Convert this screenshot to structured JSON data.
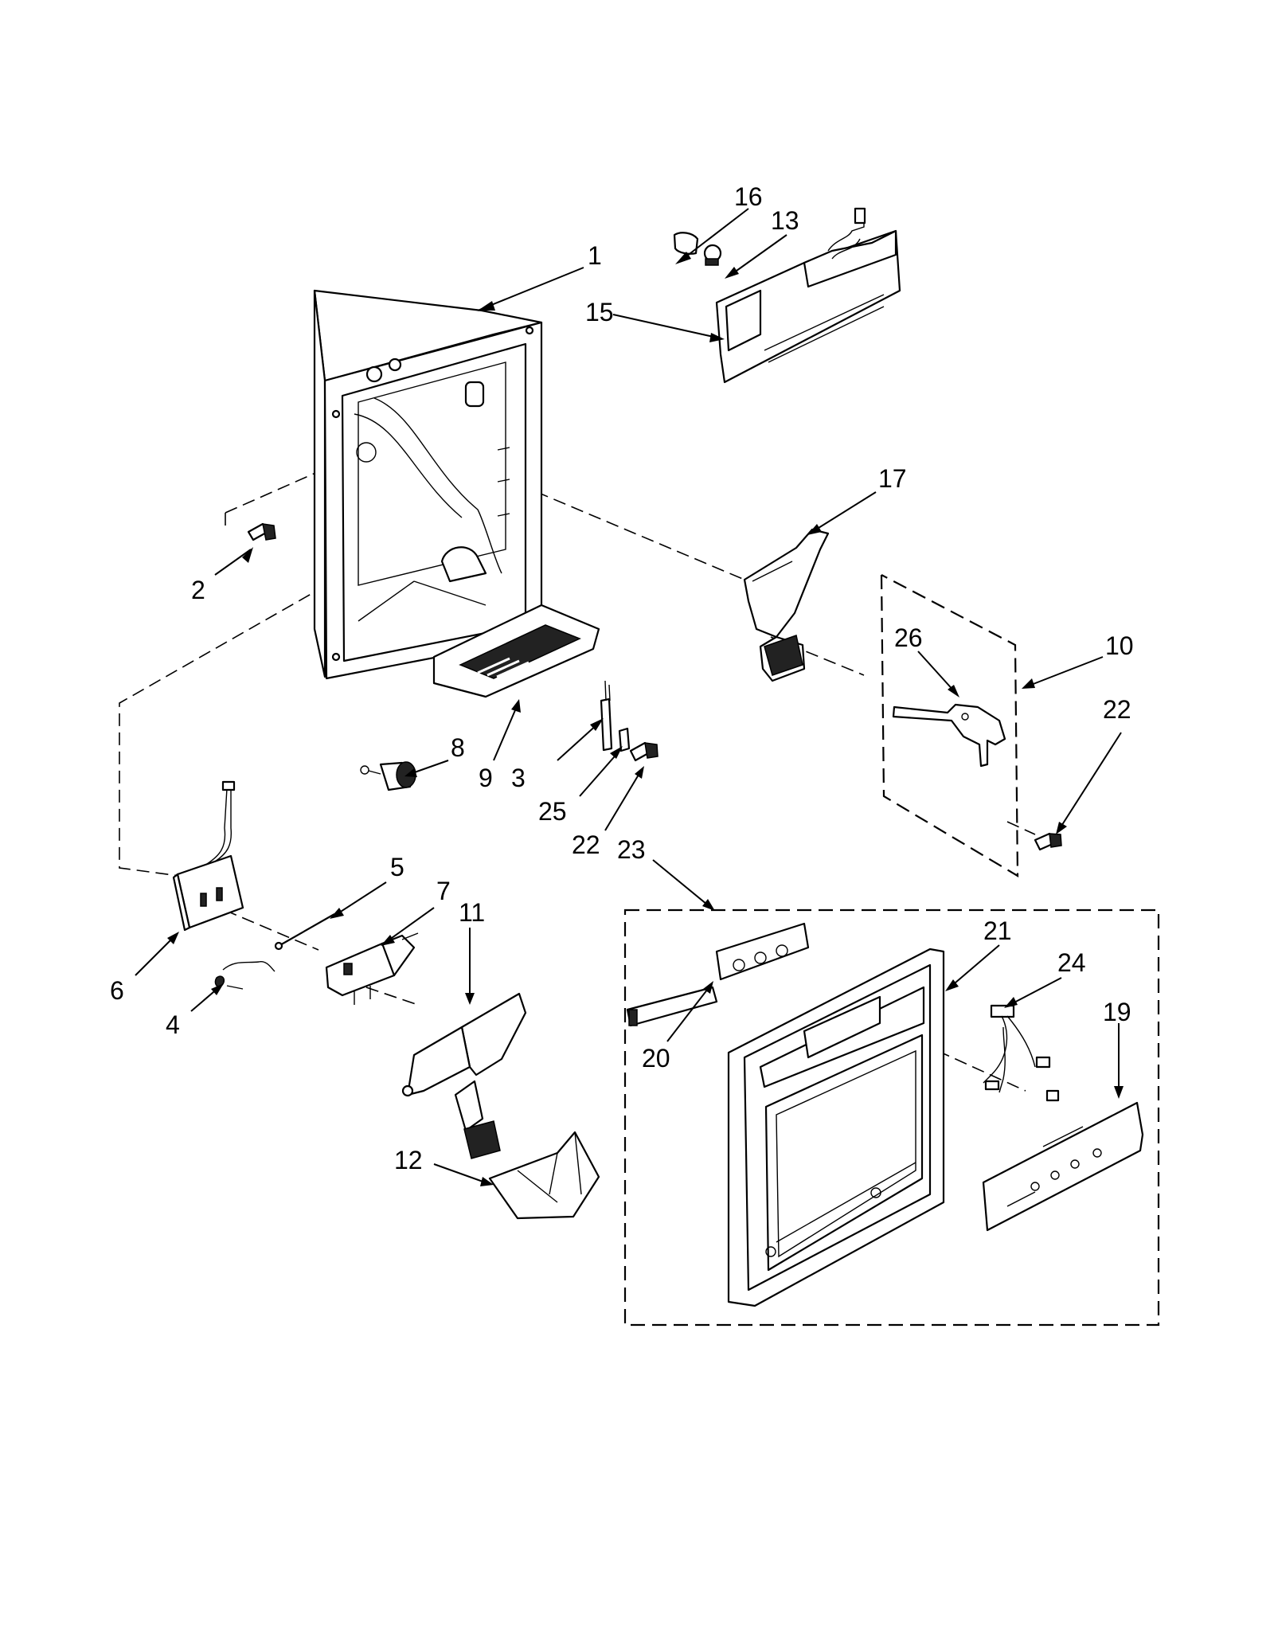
{
  "diagram": {
    "callouts": [
      {
        "id": "1",
        "text": "1"
      },
      {
        "id": "2",
        "text": "2"
      },
      {
        "id": "3",
        "text": "3"
      },
      {
        "id": "4",
        "text": "4"
      },
      {
        "id": "5",
        "text": "5"
      },
      {
        "id": "6",
        "text": "6"
      },
      {
        "id": "7",
        "text": "7"
      },
      {
        "id": "8",
        "text": "8"
      },
      {
        "id": "9",
        "text": "9"
      },
      {
        "id": "10",
        "text": "10"
      },
      {
        "id": "11",
        "text": "11"
      },
      {
        "id": "12",
        "text": "12"
      },
      {
        "id": "13",
        "text": "13"
      },
      {
        "id": "15",
        "text": "15"
      },
      {
        "id": "16",
        "text": "16"
      },
      {
        "id": "17",
        "text": "17"
      },
      {
        "id": "19",
        "text": "19"
      },
      {
        "id": "20",
        "text": "20"
      },
      {
        "id": "21",
        "text": "21"
      },
      {
        "id": "22a",
        "text": "22"
      },
      {
        "id": "22b",
        "text": "22"
      },
      {
        "id": "23",
        "text": "23"
      },
      {
        "id": "24",
        "text": "24"
      },
      {
        "id": "25",
        "text": "25"
      },
      {
        "id": "26",
        "text": "26"
      }
    ]
  }
}
